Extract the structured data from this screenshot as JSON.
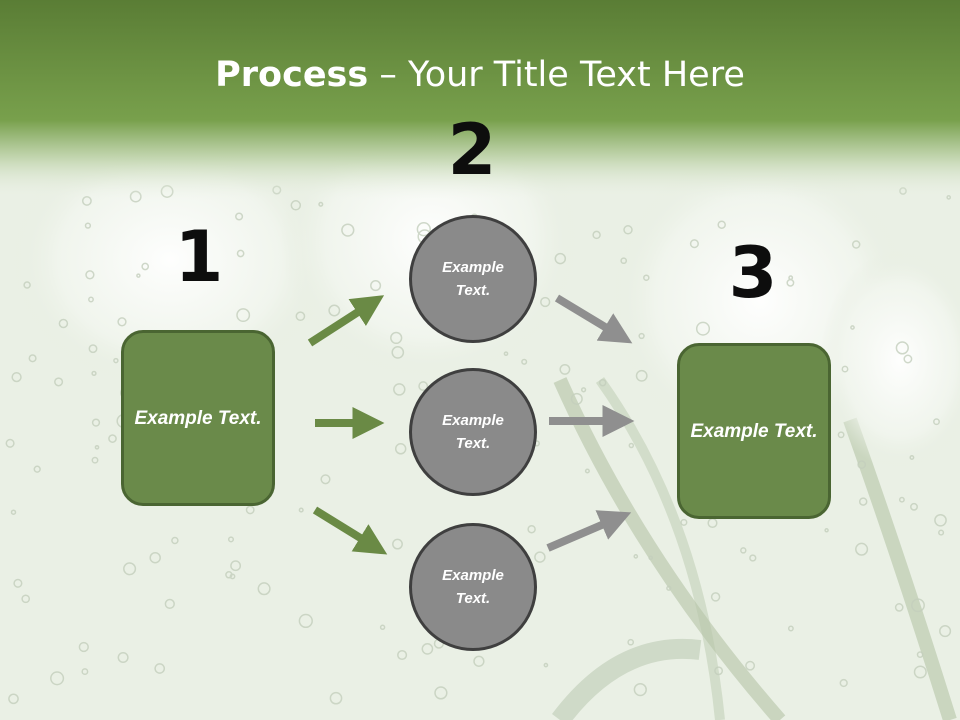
{
  "slide": {
    "title_bold": "Process",
    "title_rest": " – Your Title Text Here",
    "steps": [
      {
        "number": "1",
        "text": "Example Text."
      },
      {
        "number": "2",
        "text": "Example Text."
      },
      {
        "number": "3",
        "text": "Example Text."
      }
    ],
    "middle_circles": [
      {
        "text": "Example Text."
      },
      {
        "text": "Example Text."
      },
      {
        "text": "Example Text."
      }
    ]
  },
  "colors": {
    "header_green": "#6e9445",
    "box_green": "#6a8a4a",
    "box_border": "#4a6532",
    "circle_gray": "#8a8a8a",
    "arrow_green": "#6a8a45",
    "arrow_gray": "#8f8f8f"
  },
  "icons": {
    "background": "white-roses-water-bubbles-photo",
    "arrow": "right-arrow-icon"
  }
}
